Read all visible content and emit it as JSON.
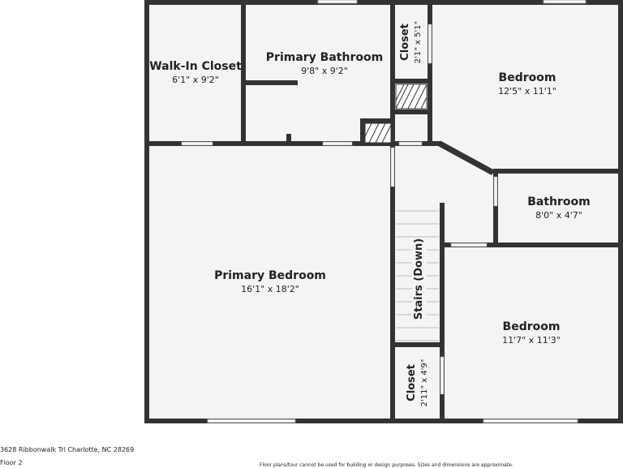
{
  "rooms": {
    "walkin_closet": {
      "name": "Walk-In Closet",
      "dims": "6'1\" x 9'2\""
    },
    "primary_bathroom": {
      "name": "Primary Bathroom",
      "dims": "9'8\" x 9'2\""
    },
    "closet_top": {
      "name": "Closet",
      "dims": "2'1\" x 5'1\""
    },
    "bedroom_top": {
      "name": "Bedroom",
      "dims": "12'5\" x 11'1\""
    },
    "bathroom": {
      "name": "Bathroom",
      "dims": "8'0\" x 4'7\""
    },
    "primary_bedroom": {
      "name": "Primary Bedroom",
      "dims": "16'1\" x 18'2\""
    },
    "stairs": {
      "name": "Stairs (Down)"
    },
    "bedroom_bottom": {
      "name": "Bedroom",
      "dims": "11'7\" x 11'3\""
    },
    "closet_bottom": {
      "name": "Closet",
      "dims": "2'11\" x 4'9\""
    }
  },
  "footer": {
    "address": "3628 Ribbonwalk Trl Charlotte, NC 28269",
    "floor": "Floor 2",
    "disclaimer": "Floor plans/tour cannot be used for building or design purposes. Sizes and dimensions are approximate."
  },
  "colors": {
    "wall": "#333333",
    "room": "#f4f4f4"
  }
}
